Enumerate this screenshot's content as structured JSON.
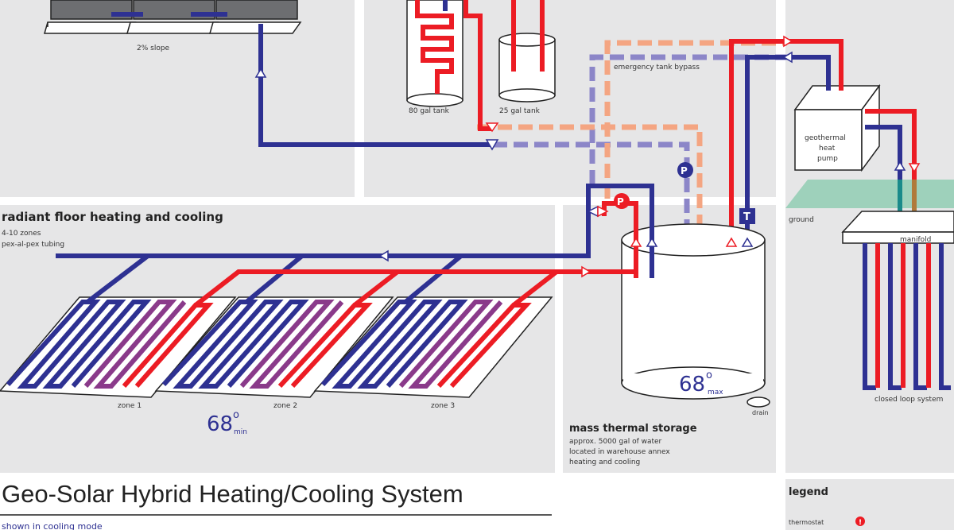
{
  "colors": {
    "supply": "#ec1c24",
    "return": "#2e3192",
    "bypass_solar": "#f4a582",
    "bypass_tank": "#8c86c8",
    "ground": "#7fc7a8",
    "panel_bg": "#e6e6e7",
    "white": "#ffffff"
  },
  "solar": {
    "slope_label": "2% slope"
  },
  "dhw": {
    "tank_80": "80 gal tank",
    "tank_25": "25 gal tank",
    "bypass_label": "emergency tank bypass"
  },
  "heat_pump": {
    "label_line1": "geothermal",
    "label_line2": "heat",
    "label_line3": "pump",
    "ground_label": "ground",
    "manifold_label": "manifold",
    "loop_label": "closed loop system"
  },
  "radiant": {
    "heading": "radiant floor heating and cooling",
    "note1": "4-10 zones",
    "note2": "pex-al-pex tubing",
    "zones": [
      "zone 1",
      "zone 2",
      "zone 3"
    ],
    "temp_value": "68",
    "temp_degree": "o",
    "temp_sub": "min"
  },
  "storage": {
    "heading": "mass thermal storage",
    "note1": "approx. 5000 gal of water",
    "note2": "located in warehouse annex",
    "note3": "heating and cooling",
    "temp_value": "68",
    "temp_degree": "o",
    "temp_sub": "max",
    "drain_label": "drain",
    "pump_symbol": "P",
    "thermostat_symbol": "T"
  },
  "title": {
    "main": "Geo-Solar Hybrid Heating/Cooling System",
    "sub": "shown in cooling mode"
  },
  "legend": {
    "heading": "legend",
    "item1": "thermostat",
    "item1_symbol": "!"
  }
}
